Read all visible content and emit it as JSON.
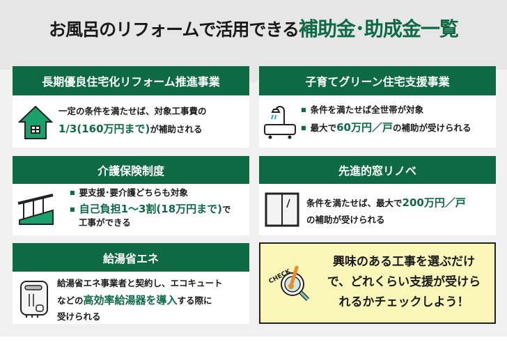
{
  "title": {
    "prefix": "お風呂のリフォームで活用できる",
    "highlight": "補助金･助成金一覧"
  },
  "cards": [
    {
      "title": "長期優良住宅化リフォーム推進事業",
      "line1": "一定の条件を満たせば、対象工事費の",
      "hl": "1/3(160万円まで)",
      "tail": "が補助される",
      "icon": "house-icon"
    },
    {
      "title": "子育てグリーン住宅支援事業",
      "b1": "条件を満たせば全世帯が対象",
      "b2pre": "最大で",
      "b2hl": "60万円／戸",
      "b2tail": "の補助が受けられる",
      "icon": "bathtub-icon"
    },
    {
      "title": "介護保険制度",
      "b1": "要支援･要介護どちらも対象",
      "b2hl": "自己負担1〜3割(18万円まで)",
      "b2tail": "で",
      "b2line2": "工事ができる",
      "icon": "handrail-icon"
    },
    {
      "title": "先進的窓リノベ",
      "pre": "条件を満たせば、最大で",
      "hl": "200万円／戸",
      "line2": "の補助が受けられる",
      "icon": "window-icon"
    },
    {
      "title": "給湯省エネ",
      "line1": "給湯省エネ事業者と契約し、エコキュート",
      "pre": "などの",
      "hl": "高効率給湯器を導入",
      "tail": "する際に",
      "line3": "受けられる",
      "icon": "water-heater-icon"
    }
  ],
  "check": {
    "badge": "CHECK",
    "lines": [
      "興味のある工事を選ぶだけ",
      "で、どれくらい支援が受けら",
      "れるかチェックしよう！"
    ]
  },
  "colors": {
    "green": "#0e6a45",
    "yellow": "#fbf7b8",
    "orange": "#f08a24"
  }
}
